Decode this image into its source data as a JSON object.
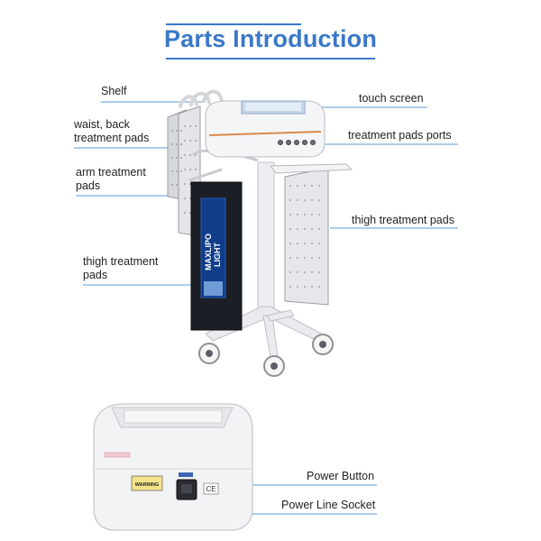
{
  "title": "Parts Introduction",
  "labels": {
    "shelf": "Shelf",
    "waist_back_pads": "waist, back\ntreatment pads",
    "arm_pads": "arm treatment\npads",
    "thigh_pads_left": "thigh treatment\npads",
    "touch_screen": "touch screen",
    "pad_ports": "treatment pads ports",
    "thigh_pads_right": "thigh treatment pads",
    "power_button": "Power Button",
    "power_socket": "Power Line Socket"
  },
  "device_text": {
    "pad_brand_line1": "MAXLIPO",
    "pad_brand_line2": "LIGHT",
    "warning": "WARNING",
    "ce_mark": "CE"
  },
  "colors": {
    "accent": "#3a78c8",
    "leader_line": "#5b9bd5",
    "device_white": "#f4f5f7",
    "pad_dark": "#1a1d24",
    "pad_panel": "#e2e3e6",
    "orange_trim": "#d98a4c"
  }
}
